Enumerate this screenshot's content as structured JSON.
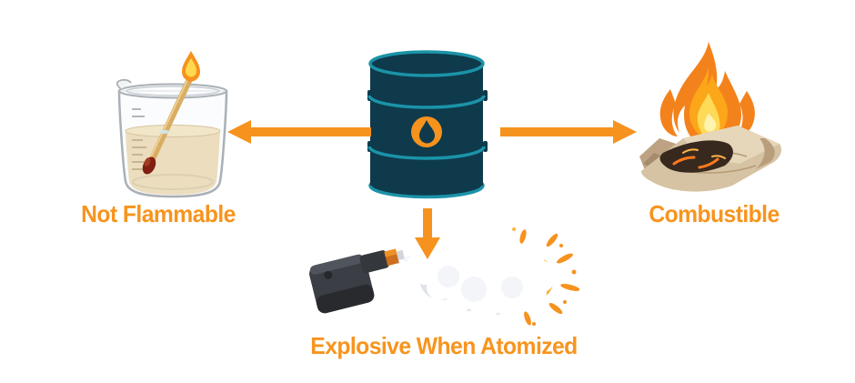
{
  "figure": {
    "type": "infographic-diagram",
    "background": "#ffffff",
    "center_item": {
      "name": "oil barrel",
      "icon": "oil-barrel",
      "emblem_icon": "oil-drop"
    },
    "branches": [
      {
        "id": "not-flammable",
        "direction": "left",
        "label": "Not Flammable",
        "icon": "beaker-with-lit-match"
      },
      {
        "id": "combustible",
        "direction": "right",
        "label": "Combustible",
        "icon": "burning-cloth"
      },
      {
        "id": "explosive",
        "direction": "down",
        "label": "Explosive When Atomized",
        "icon": "atomizer-spray-explosion"
      }
    ],
    "colors": {
      "accent_orange": "#F6921E",
      "label_orange": "#F7941E",
      "barrel_body": "#0E3A4C",
      "barrel_ring": "#1B93A8"
    }
  }
}
